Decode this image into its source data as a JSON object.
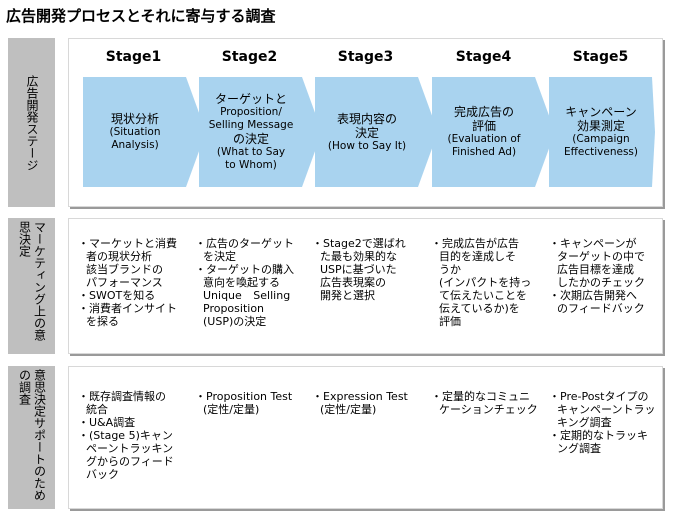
{
  "title": "広告開発プロセスとそれに寄与する調査",
  "rows": [
    {
      "label": "広告開発ステージ"
    },
    {
      "label": "マーケティング上の意思決定"
    },
    {
      "label": "意思決定サポートのための調査"
    }
  ],
  "stages": [
    {
      "name": "Stage1",
      "box_lines": [
        "現状分析",
        "(Situation",
        "Analysis)"
      ],
      "decisions": [
        "・マーケットと消費",
        "者の現状分析",
        "該当ブランドの",
        "パフォーマンス",
        "・SWOTを知る",
        "・消費者インサイト",
        "を探る"
      ],
      "research": [
        "・既存調査情報の",
        "統合",
        "・U&A調査",
        "・(Stage 5)キャン",
        "ペーントラッキン",
        "グからのフィード",
        "バック"
      ]
    },
    {
      "name": "Stage2",
      "box_lines": [
        "ターゲットと",
        "Proposition/",
        "Selling Message",
        "の決定",
        "(What to Say",
        "to Whom)"
      ],
      "decisions": [
        "・広告のターゲット",
        "を決定",
        "・ターゲットの購入",
        "意向を喚起する",
        "Unique Selling",
        "Proposition",
        "(USP)の決定"
      ],
      "research": [
        "・Proposition Test",
        "(定性/定量)"
      ]
    },
    {
      "name": "Stage3",
      "box_lines": [
        "表現内容の",
        "決定",
        "(How to Say It)"
      ],
      "decisions": [
        "・Stage2で選ばれ",
        "た最も効果的な",
        "USPに基づいた",
        "広告表現案の",
        "開発と選択"
      ],
      "research": [
        "・Expression Test",
        "(定性/定量)"
      ]
    },
    {
      "name": "Stage4",
      "box_lines": [
        "完成広告の",
        "評価",
        "(Evaluation of",
        "Finished Ad)"
      ],
      "decisions": [
        "・完成広告が広告",
        "目的を達成しそ",
        "うか",
        "(インパクトを持っ",
        "て伝えたいことを",
        "伝えているか)を",
        "評価"
      ],
      "research": [
        "・定量的なコミュニ",
        "ケーションチェック"
      ]
    },
    {
      "name": "Stage5",
      "box_lines": [
        "キャンペーン",
        "効果測定",
        "(Campaign",
        "Effectiveness)"
      ],
      "decisions": [
        "・キャンペーンが",
        "ターゲットの中で",
        "広告目標を達成",
        "したかのチェック",
        "・次期広告開発へ",
        "のフィードバック"
      ],
      "research": [
        "・Pre-Postタイプの",
        "キャンペーントラッ",
        "キング調査",
        "・定期的なトラッキ",
        "ング調査"
      ]
    }
  ],
  "colors": {
    "chevron": "#a9d3ef",
    "side": "#bfbfbf"
  }
}
